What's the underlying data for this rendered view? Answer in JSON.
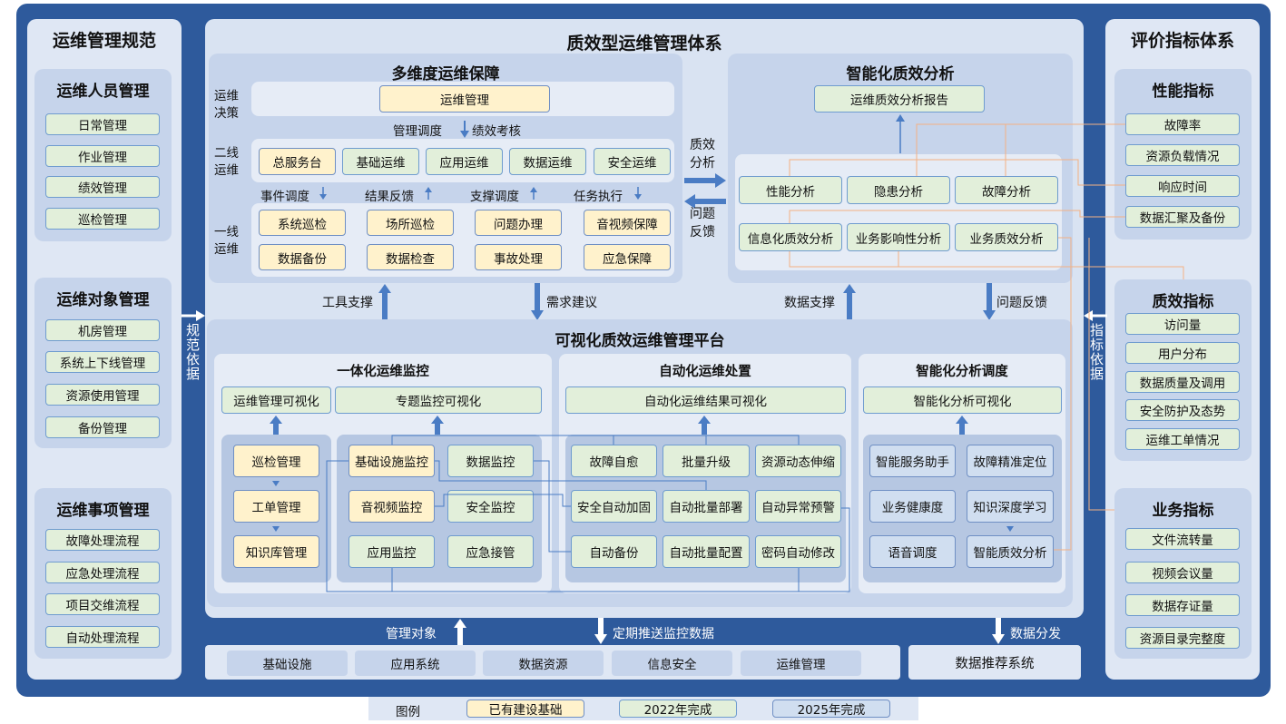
{
  "left": {
    "title": "运维管理规范",
    "groups": [
      {
        "title": "运维人员管理",
        "items": [
          "日常管理",
          "作业管理",
          "绩效管理",
          "巡检管理"
        ]
      },
      {
        "title": "运维对象管理",
        "items": [
          "机房管理",
          "系统上下线管理",
          "资源使用管理",
          "备份管理"
        ]
      },
      {
        "title": "运维事项管理",
        "items": [
          "故障处理流程",
          "应急处理流程",
          "项目交维流程",
          "自动处理流程"
        ]
      }
    ]
  },
  "right": {
    "title": "评价指标体系",
    "groups": [
      {
        "title": "性能指标",
        "items": [
          "故障率",
          "资源负载情况",
          "响应时间",
          "数据汇聚及备份"
        ]
      },
      {
        "title": "质效指标",
        "items": [
          "访问量",
          "用户分布",
          "数据质量及调用",
          "安全防护及态势",
          "运维工单情况"
        ]
      },
      {
        "title": "业务指标",
        "items": [
          "文件流转量",
          "视频会议量",
          "数据存证量",
          "资源目录完整度"
        ]
      }
    ]
  },
  "side_arrows": {
    "left": "规范依据",
    "right": "指标依据"
  },
  "center": {
    "title": "质效型运维管理体系",
    "guarantee": {
      "title": "多维度运维保障",
      "decision_label": "运维决策",
      "decision_box": "运维管理",
      "flow1a": "管理调度",
      "flow1b": "绩效考核",
      "second_label": "二线运维",
      "second_items": [
        "总服务台",
        "基础运维",
        "应用运维",
        "数据运维",
        "安全运维"
      ],
      "flows": [
        "事件调度",
        "结果反馈",
        "支撑调度",
        "任务执行"
      ],
      "first_label": "一线运维",
      "first_row1": [
        "系统巡检",
        "场所巡检",
        "问题办理",
        "音视频保障"
      ],
      "first_row2": [
        "数据备份",
        "数据检查",
        "事故处理",
        "应急保障"
      ]
    },
    "mid_arrows": {
      "right": "质效分析",
      "left": "问题反馈"
    },
    "analysis": {
      "title": "智能化质效分析",
      "report": "运维质效分析报告",
      "row1": [
        "性能分析",
        "隐患分析",
        "故障分析"
      ],
      "row2": [
        "信息化质效分析",
        "业务影响性分析",
        "业务质效分析"
      ]
    },
    "connectors": [
      "工具支撑",
      "需求建议",
      "数据支撑",
      "问题反馈"
    ],
    "platform": {
      "title": "可视化质效运维管理平台",
      "monitor": {
        "title": "一体化运维监控",
        "vis": [
          "运维管理可视化",
          "专题监控可视化"
        ],
        "left_items": [
          "巡检管理",
          "工单管理",
          "知识库管理"
        ],
        "grid": [
          "基础设施监控",
          "数据监控",
          "音视频监控",
          "安全监控",
          "应用监控",
          "应急接管"
        ]
      },
      "auto": {
        "title": "自动化运维处置",
        "vis": "自动化运维结果可视化",
        "grid": [
          "故障自愈",
          "批量升级",
          "资源动态伸缩",
          "安全自动加固",
          "自动批量部署",
          "自动异常预警",
          "自动备份",
          "自动批量配置",
          "密码自动修改"
        ]
      },
      "smart": {
        "title": "智能化分析调度",
        "vis": "智能化分析可视化",
        "grid": [
          "智能服务助手",
          "故障精准定位",
          "业务健康度",
          "知识深度学习",
          "语音调度",
          "智能质效分析"
        ]
      }
    },
    "bottom_arrows": [
      "管理对象",
      "定期推送监控数据",
      "数据分发"
    ],
    "bottom_items": [
      "基础设施",
      "应用系统",
      "数据资源",
      "信息安全",
      "运维管理"
    ],
    "recommend": "数据推荐系统"
  },
  "legend": {
    "label": "图例",
    "items": [
      "已有建设基础",
      "2022年完成",
      "2025年完成"
    ]
  },
  "colors": {
    "frame": "#2e5a9c",
    "yellow": "#fff2cc",
    "green": "#e2efda",
    "blue": "#d0def0",
    "arrow": "#4a7cc4",
    "orange": "#f4b183"
  }
}
